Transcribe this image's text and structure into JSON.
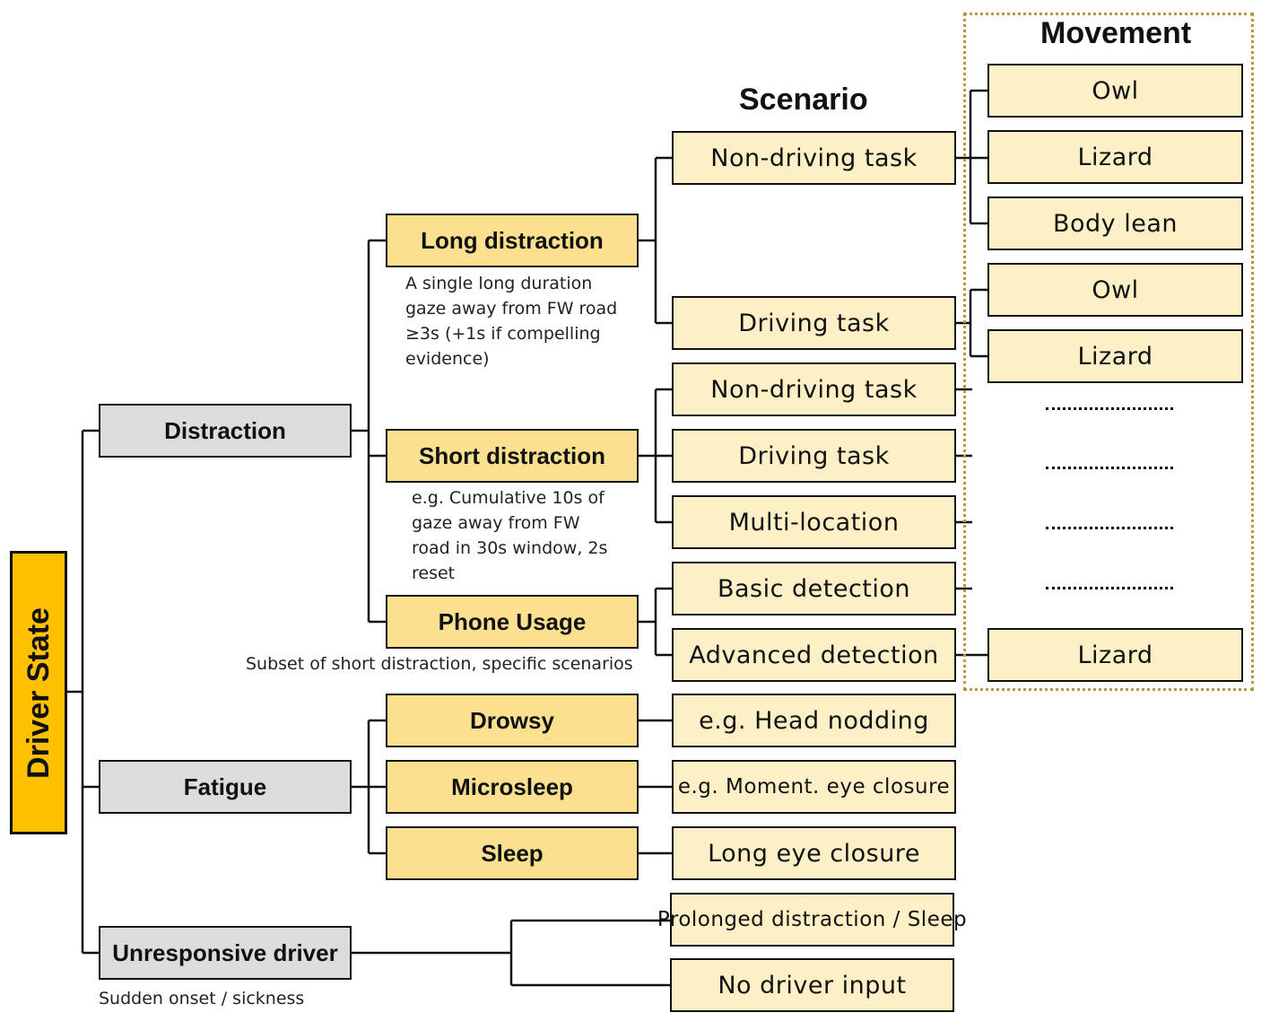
{
  "headings": {
    "scenario": "Scenario",
    "movement": "Movement"
  },
  "root": "Driver State",
  "categories": {
    "distraction": "Distraction",
    "fatigue": "Fatigue",
    "unresponsive": "Unresponsive driver"
  },
  "types": {
    "long_distraction": "Long distraction",
    "short_distraction": "Short distraction",
    "phone_usage": "Phone Usage",
    "drowsy": "Drowsy",
    "microsleep": "Microsleep",
    "sleep": "Sleep"
  },
  "notes": {
    "long_distraction": [
      "A single long duration",
      "gaze away from FW road",
      "≥3s (+1s if compelling",
      "evidence)"
    ],
    "short_distraction": [
      "e.g. Cumulative 10s of",
      "gaze away from FW",
      "road in 30s window, 2s",
      "reset"
    ],
    "phone_usage": "Subset of short distraction, specific scenarios",
    "unresponsive": "Sudden onset / sickness"
  },
  "scenarios": {
    "long_non_driving": "Non-driving task",
    "long_driving": "Driving task",
    "short_non_driving": "Non-driving task",
    "short_driving": "Driving task",
    "short_multi_location": "Multi-location",
    "phone_basic": "Basic detection",
    "phone_advanced": "Advanced detection",
    "drowsy_example": "e.g. Head nodding",
    "microsleep_example": "e.g. Moment. eye closure",
    "sleep_example": "Long eye closure",
    "unresponsive_prolonged": "Prolonged distraction / Sleep",
    "unresponsive_no_input": "No driver input"
  },
  "movements": {
    "m1": "Owl",
    "m2": "Lizard",
    "m3": "Body lean",
    "m4": "Owl",
    "m5": "Lizard",
    "m6": "Lizard"
  },
  "colors": {
    "root": "#ffc000",
    "category": "#dcdcdc",
    "type": "#fbe08f",
    "scenario": "#fdf0c6",
    "frame": "#b89a3e"
  }
}
